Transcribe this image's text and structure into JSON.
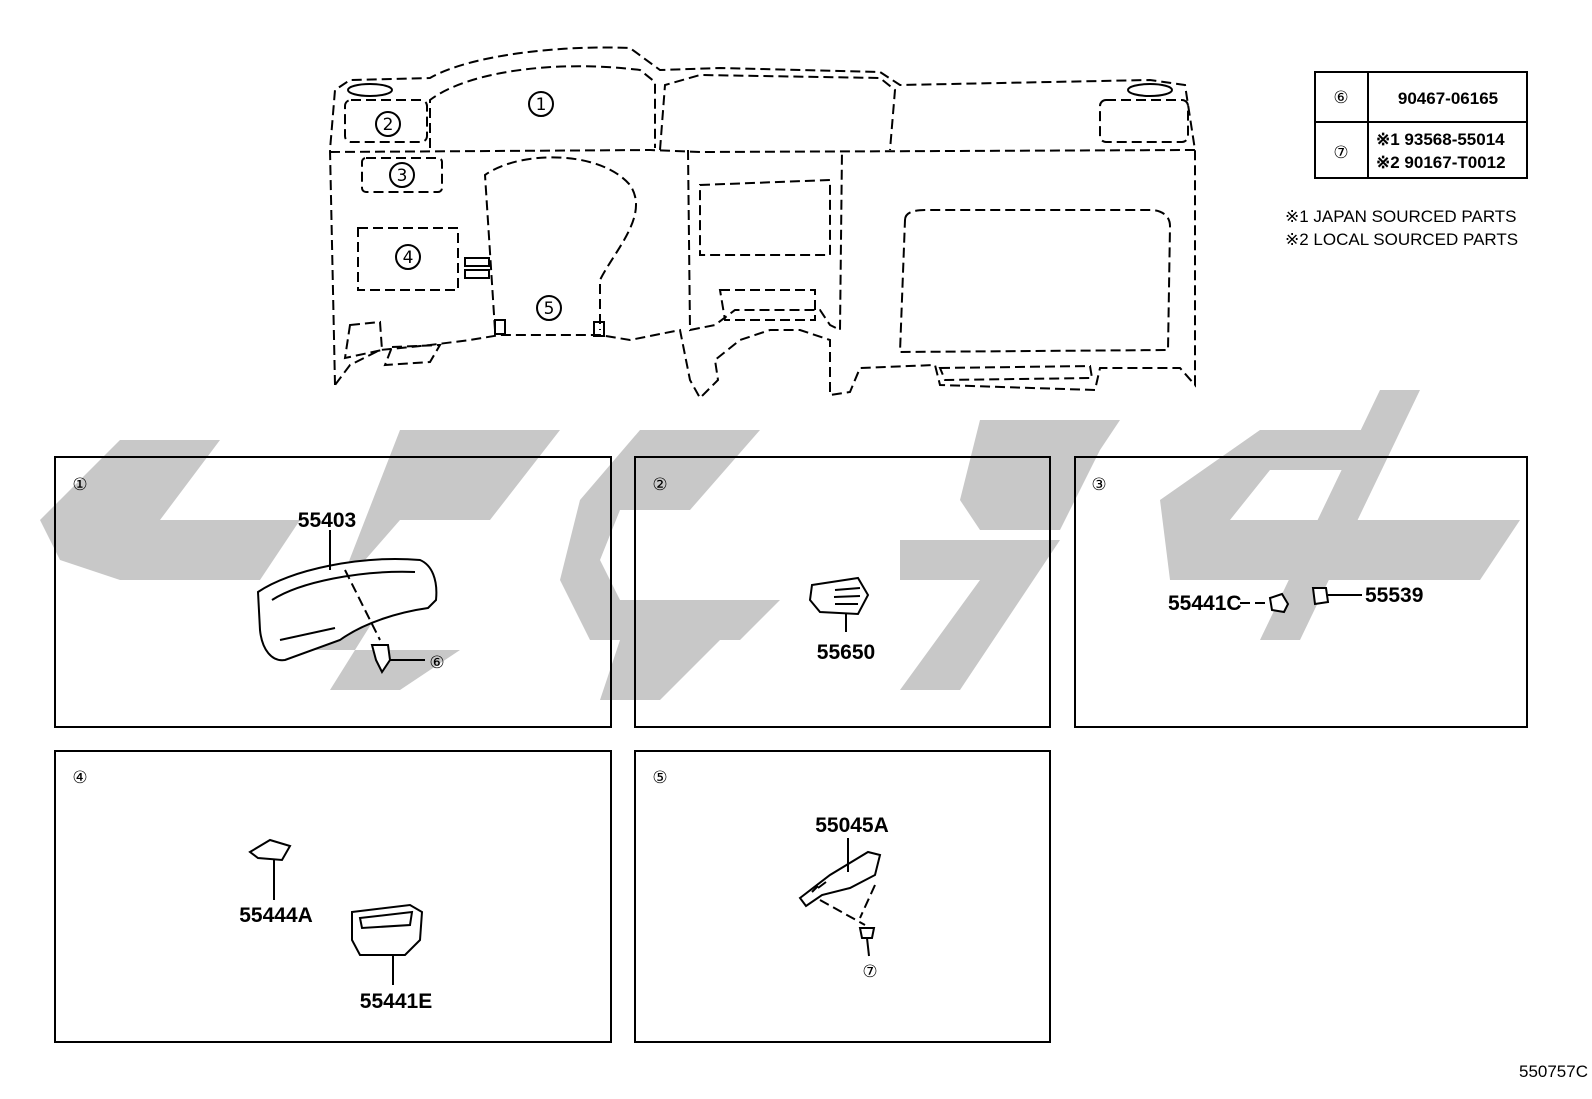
{
  "overview": {
    "callouts": [
      "①",
      "②",
      "③",
      "④",
      "⑤"
    ]
  },
  "legend_table": {
    "rows": [
      {
        "key": "⑥",
        "lines": [
          "90467-06165"
        ]
      },
      {
        "key": "⑦",
        "lines": [
          "※1 93568-55014",
          "※2 90167-T0012"
        ]
      }
    ]
  },
  "notes": [
    "※1 JAPAN SOURCED PARTS",
    "※2 LOCAL SOURCED PARTS"
  ],
  "panels": [
    {
      "id": "①",
      "labels": {
        "main": "55403",
        "clip": "⑥"
      }
    },
    {
      "id": "②",
      "labels": {
        "main": "55650"
      }
    },
    {
      "id": "③",
      "labels": {
        "left": "55441C",
        "right": "55539"
      }
    },
    {
      "id": "④",
      "labels": {
        "top": "55444A",
        "bottom": "55441E"
      }
    },
    {
      "id": "⑤",
      "labels": {
        "main": "55045A",
        "screw": "⑦"
      }
    }
  ],
  "diagram_code": "550757C",
  "colors": {
    "line": "#000000",
    "watermark": "#c8c8c8",
    "background": "#ffffff"
  }
}
